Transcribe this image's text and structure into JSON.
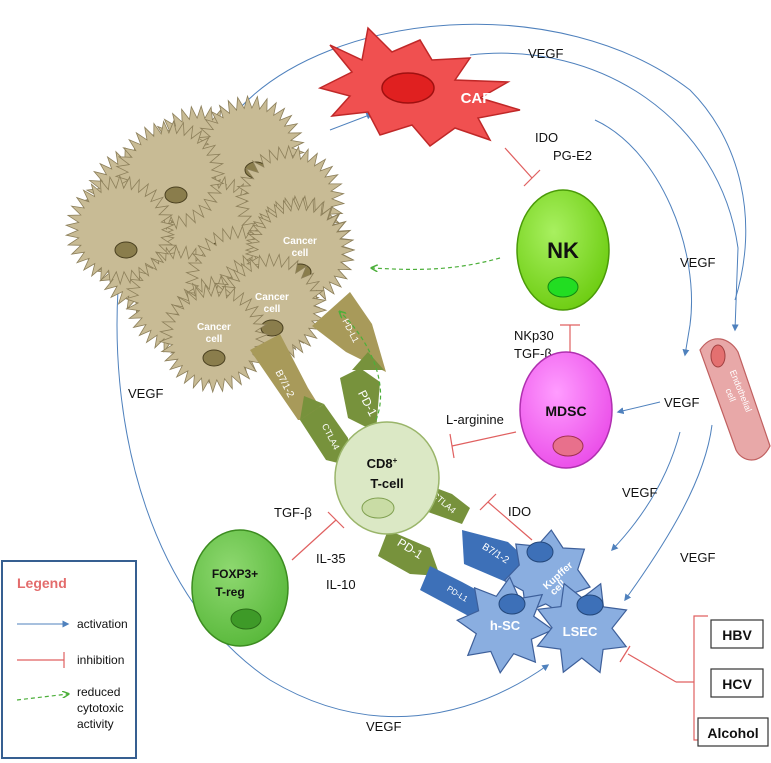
{
  "cells": {
    "caf": "CAF",
    "nk": "NK",
    "mdsc": "MDSC",
    "cd8_line1": "CD8",
    "cd8_sup": "+",
    "cd8_line2": "T-cell",
    "treg_line1": "FOXP3+",
    "treg_line2": "T-reg",
    "endothelial_line1": "Endothelial",
    "endothelial_line2": "cell",
    "kupffer_line1": "Kupffer",
    "kupffer_line2": "cell",
    "hsc": "h-SC",
    "lsec": "LSEC",
    "cancer_a1": "Cancer",
    "cancer_a2": "cell",
    "cancer_b1": "Cancer",
    "cancer_b2": "cell",
    "cancer_c1": "Cancer",
    "cancer_c2": "cell"
  },
  "receptors": {
    "pdl1_top": "PD-L1",
    "pd1_top": "PD-1",
    "b7_top": "B7/1-2",
    "ctla4_top": "CTLA4",
    "ctla4_right": "CTLA4",
    "b7_right": "B7/1-2",
    "pd1_right": "PD-1",
    "pdl1_right": "PD-L1"
  },
  "factors": {
    "vegf_top": "VEGF",
    "ido_caf": "IDO",
    "pge2": "PG-E2",
    "vegf_right_upper": "VEGF",
    "nkp30": "NKp30",
    "tgfb_mdsc": "TGF-β",
    "l_arginine": "L-arginine",
    "vegf_mdsc": "VEGF",
    "vegf_left": "VEGF",
    "ido_kupffer": "IDO",
    "vegf_mid_right": "VEGF",
    "vegf_far_right": "VEGF",
    "tgfb_treg": "TGF-β",
    "il35": "IL-35",
    "il10": "IL-10",
    "vegf_bottom": "VEGF"
  },
  "etiologies": [
    "HBV",
    "HCV",
    "Alcohol"
  ],
  "legend": {
    "title": "Legend",
    "activation": "activation",
    "inhibition": "inhibition",
    "reduced_1": "reduced",
    "reduced_2": "cytotoxic",
    "reduced_3": "activity"
  },
  "colors": {
    "activation": "#4f81bd",
    "inhibition": "#e06060",
    "reduced": "#4caf3a",
    "caf": "#f05050",
    "nk": "#7fe01f",
    "mdsc": "#f060f0",
    "cd8": "#dbe8c5",
    "treg": "#6ec850",
    "cancer": "#c8bb95",
    "liver_cells": "#8aaee0",
    "receptor_green": "#77923c",
    "receptor_blue": "#3d70b8",
    "endothelial": "#e8a8a8"
  }
}
